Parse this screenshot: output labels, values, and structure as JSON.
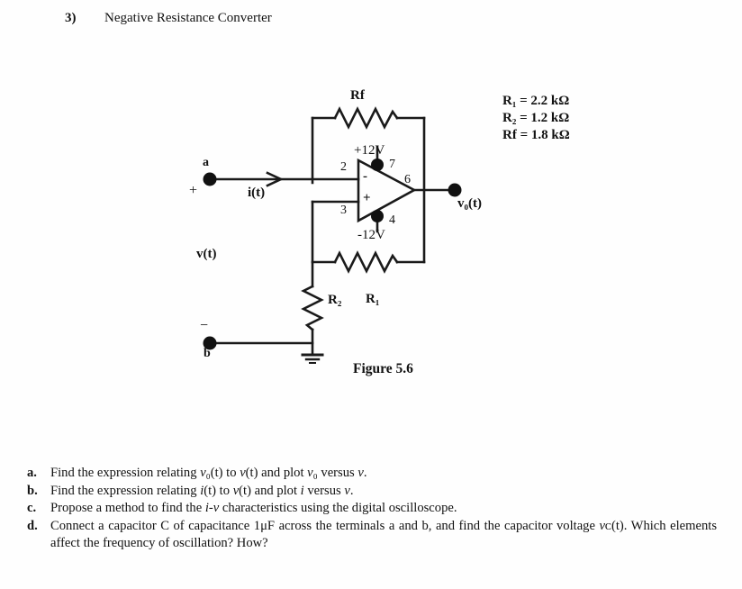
{
  "heading": {
    "number": "3)",
    "title": "Negative Resistance Converter"
  },
  "component_values": {
    "r1": "R₁ = 2.2 kΩ",
    "r2": "R₂ = 1.2 kΩ",
    "rf": "Rf = 1.8 kΩ"
  },
  "schematic": {
    "figure_caption": "Figure 5.6",
    "labels": {
      "terminal_a": "a",
      "terminal_a_polarity": "+",
      "terminal_b": "b",
      "terminal_b_polarity": "−",
      "current": "i(t)",
      "input_voltage": "v(t)",
      "output_voltage": "v₀(t)",
      "rf": "Rf",
      "r1": "R₁",
      "r2": "R₂",
      "supply_positive": "+12V",
      "supply_negative": "-12V",
      "opamp_minus": "-",
      "opamp_plus": "+"
    },
    "pins": {
      "inverting": "2",
      "noninverting": "3",
      "output": "6",
      "vpos": "7",
      "vneg": "4"
    },
    "colors": {
      "wire": "#1a1a1a",
      "text": "#111111"
    }
  },
  "questions": [
    {
      "marker": "a.",
      "parts": [
        {
          "t": "Find the expression relating ",
          "i": false
        },
        {
          "t": "v",
          "i": true
        },
        {
          "t": "₀(t) to ",
          "i": false
        },
        {
          "t": "v",
          "i": true
        },
        {
          "t": "(t)  and plot ",
          "i": false
        },
        {
          "t": "v",
          "i": true
        },
        {
          "t": "₀ versus ",
          "i": false
        },
        {
          "t": "v",
          "i": true
        },
        {
          "t": ".",
          "i": false
        }
      ]
    },
    {
      "marker": "b.",
      "parts": [
        {
          "t": "Find the expression relating ",
          "i": false
        },
        {
          "t": "i",
          "i": true
        },
        {
          "t": "(t) to ",
          "i": false
        },
        {
          "t": "v",
          "i": true
        },
        {
          "t": "(t) and plot ",
          "i": false
        },
        {
          "t": "i",
          "i": true
        },
        {
          "t": " versus ",
          "i": false
        },
        {
          "t": "v",
          "i": true
        },
        {
          "t": ".",
          "i": false
        }
      ]
    },
    {
      "marker": "c.",
      "parts": [
        {
          "t": "Propose a method to find the ",
          "i": false
        },
        {
          "t": "i-v",
          "i": true
        },
        {
          "t": " characteristics using the digital oscilloscope.",
          "i": false
        }
      ]
    },
    {
      "marker": "d.",
      "parts": [
        {
          "t": "Connect a capacitor C of capacitance 1μF across the terminals a and b, and find the capacitor voltage ",
          "i": false
        },
        {
          "t": "v",
          "i": true
        },
        {
          "t": "ᴄ(t). Which elements affect the frequency of oscillation? How?",
          "i": false
        }
      ]
    }
  ]
}
